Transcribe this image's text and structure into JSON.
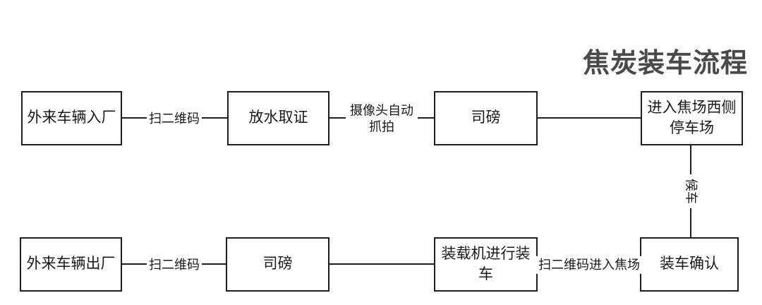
{
  "title": "焦炭装车流程",
  "nodes": {
    "entry": "外来车辆入厂",
    "evidence": "放水取证",
    "weigh_in": "司磅",
    "parking": "进入焦场西侧停车场",
    "exit": "外来车辆出厂",
    "weigh_out": "司磅",
    "loading": "装载机进行装车",
    "confirm": "装车确认"
  },
  "edges": {
    "scan_qr_in": "扫二维码",
    "camera_capture": "摄像头自动抓拍",
    "waiting": "候车",
    "scan_qr_out": "扫二维码",
    "scan_qr_enter_yard": "扫二维码进入焦场"
  },
  "colors": {
    "line": "#1f1f1f",
    "node_text": "#1a1a1a",
    "title_text": "#4a4a4a",
    "background": "#ffffff"
  }
}
